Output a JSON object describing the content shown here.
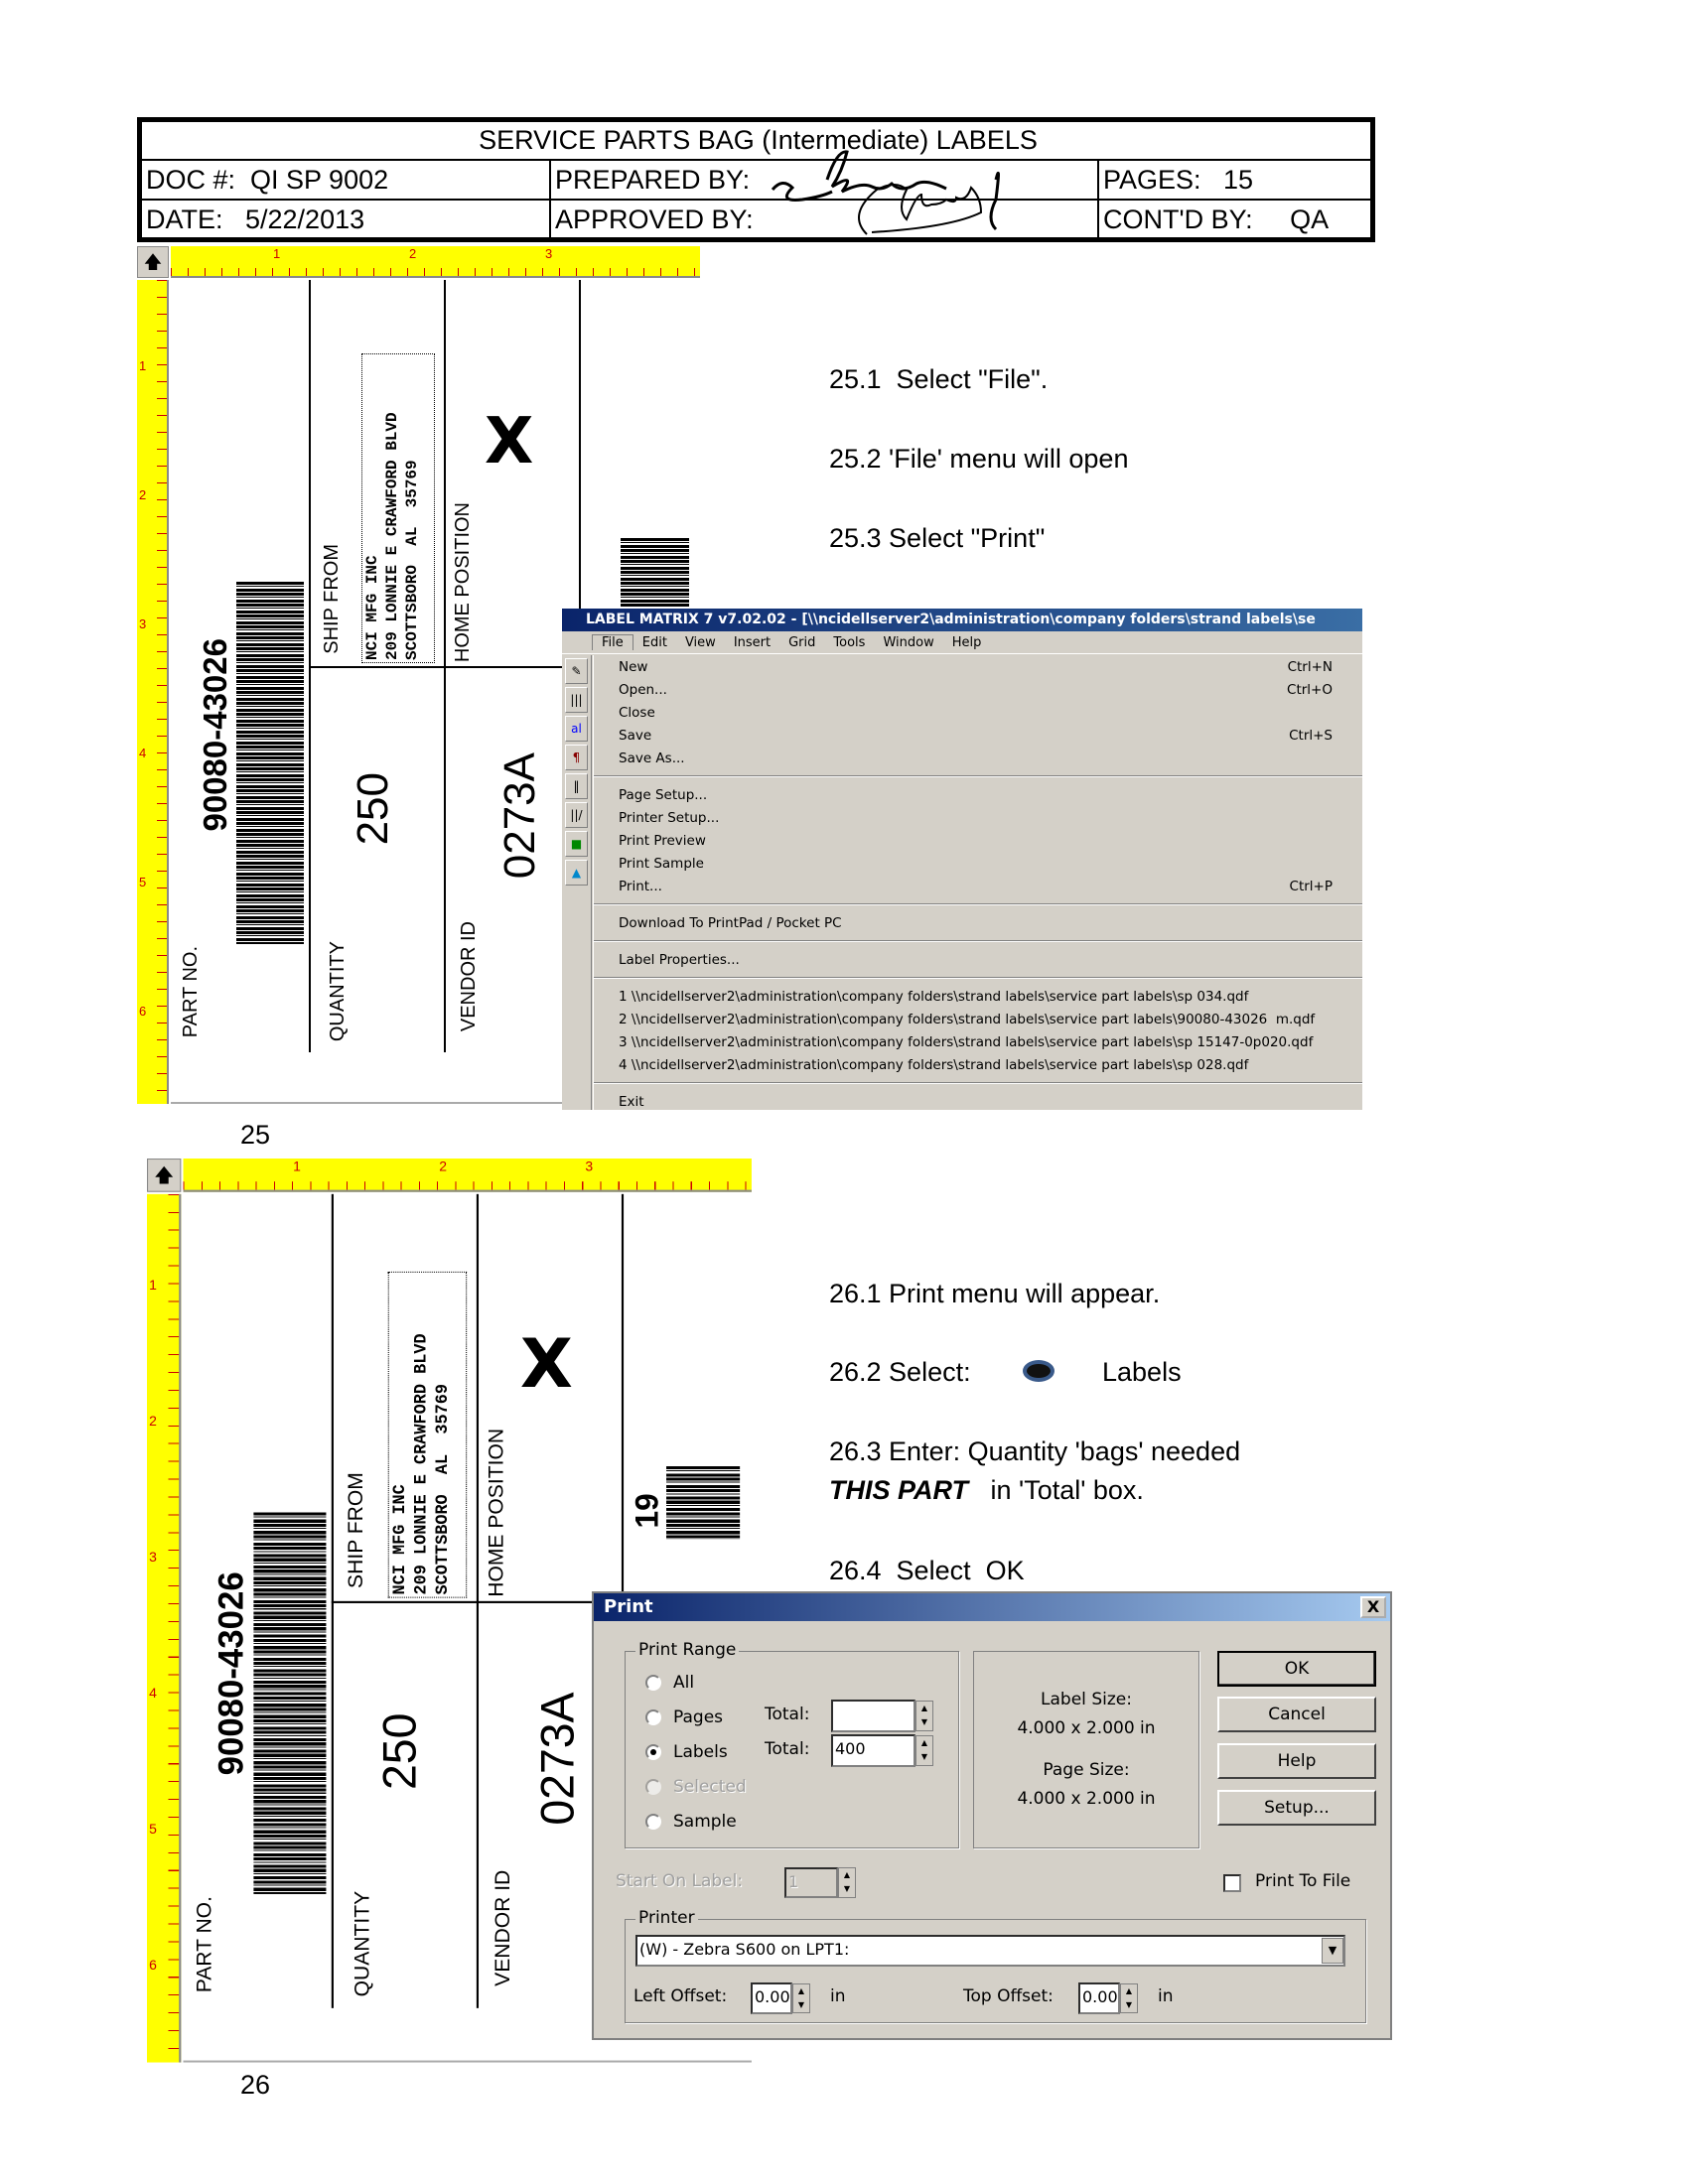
{
  "header": {
    "title": "SERVICE PARTS BAG (Intermediate) LABELS",
    "doc_no": "DOC #:  QI SP 9002",
    "date": "DATE:   5/22/2013",
    "prepared_by": "PREPARED BY:",
    "approved_by": "APPROVED BY:",
    "pages": "PAGES:   15",
    "contd_by": "CONT'D BY:     QA"
  },
  "label": {
    "ruler_top": [
      "1",
      "2",
      "3"
    ],
    "ruler_left": [
      "1",
      "2",
      "3",
      "4",
      "5",
      "6"
    ],
    "part_no_label": "PART NO.",
    "part_no": "90080-43026",
    "ship_from_label": "SHIP FROM",
    "address": [
      "NCI MFG INC",
      "209 LONNIE E CRAWFORD BLVD",
      "SCOTTSBORO  AL  35769"
    ],
    "home_position_label": "HOME POSITION",
    "home_mark": "X",
    "quantity_label": "QUANTITY",
    "quantity": "250",
    "vendor_id_label": "VENDOR ID",
    "vendor_id": "0273A",
    "partial_text": "19",
    "scroll_icon": "up-arrow-icon"
  },
  "step25": {
    "items": [
      "25.1  Select \"File\".",
      "25.2 'File' menu will open",
      "25.3 Select \"Print\""
    ],
    "page_number": "25"
  },
  "label_matrix": {
    "title": "LABEL MATRIX 7 v7.02.02 - [\\\\ncidellserver2\\administration\\company folders\\strand labels\\se",
    "menus": [
      "File",
      "Edit",
      "View",
      "Insert",
      "Grid",
      "Tools",
      "Window",
      "Help"
    ],
    "file_menu": [
      [
        {
          "label": "New",
          "shortcut": "Ctrl+N"
        },
        {
          "label": "Open...",
          "shortcut": "Ctrl+O"
        },
        {
          "label": "Close",
          "shortcut": ""
        },
        {
          "label": "Save",
          "shortcut": "Ctrl+S"
        },
        {
          "label": "Save As...",
          "shortcut": ""
        }
      ],
      [
        {
          "label": "Page Setup...",
          "shortcut": ""
        },
        {
          "label": "Printer Setup...",
          "shortcut": ""
        },
        {
          "label": "Print Preview",
          "shortcut": ""
        },
        {
          "label": "Print Sample",
          "shortcut": ""
        },
        {
          "label": "Print...",
          "shortcut": "Ctrl+P"
        }
      ],
      [
        {
          "label": "Download To PrintPad / Pocket PC",
          "shortcut": ""
        }
      ],
      [
        {
          "label": "Label Properties...",
          "shortcut": ""
        }
      ],
      [
        {
          "label": "1 \\\\ncidellserver2\\administration\\company folders\\strand labels\\service part labels\\sp 034.qdf",
          "shortcut": ""
        },
        {
          "label": "2 \\\\ncidellserver2\\administration\\company folders\\strand labels\\service part labels\\90080-43026  m.qdf",
          "shortcut": ""
        },
        {
          "label": "3 \\\\ncidellserver2\\administration\\company folders\\strand labels\\service part labels\\sp 15147-0p020.qdf",
          "shortcut": ""
        },
        {
          "label": "4 \\\\ncidellserver2\\administration\\company folders\\strand labels\\service part labels\\sp 028.qdf",
          "shortcut": ""
        }
      ],
      [
        {
          "label": "Exit",
          "shortcut": ""
        }
      ]
    ]
  },
  "step26": {
    "i1": "26.1 Print menu will appear.",
    "i2": "26.2 Select:",
    "i2_option": "Labels",
    "i3a": "26.3 Enter: Quantity 'bags' needed",
    "i3b_em": "THIS PART",
    "i3b": "in 'Total' box.",
    "i4": "26.4  Select  OK",
    "page_number": "26"
  },
  "print_dialog": {
    "title": "Print",
    "close": "X",
    "print_range": "Print Range",
    "all": "All",
    "pages": "Pages",
    "labels": "Labels",
    "selected": "Selected",
    "sample": "Sample",
    "total": "Total:",
    "pages_total": "",
    "labels_total": "400",
    "selected_option": "Labels",
    "label_size_label": "Label Size:",
    "label_size": "4.000 x 2.000 in",
    "page_size_label": "Page Size:",
    "page_size": "4.000 x 2.000 in",
    "ok": "OK",
    "cancel": "Cancel",
    "help": "Help",
    "setup": "Setup...",
    "start_on_label": "Start On Label:",
    "start_on_label_value": "1",
    "print_to_file": "Print To File",
    "print_to_file_checked": false,
    "printer_group": "Printer",
    "printer": "(W) - Zebra  S600 on LPT1:",
    "left_offset": "Left Offset:",
    "left_offset_value": "0.00",
    "top_offset": "Top Offset:",
    "top_offset_value": "0.00",
    "unit": "in"
  }
}
